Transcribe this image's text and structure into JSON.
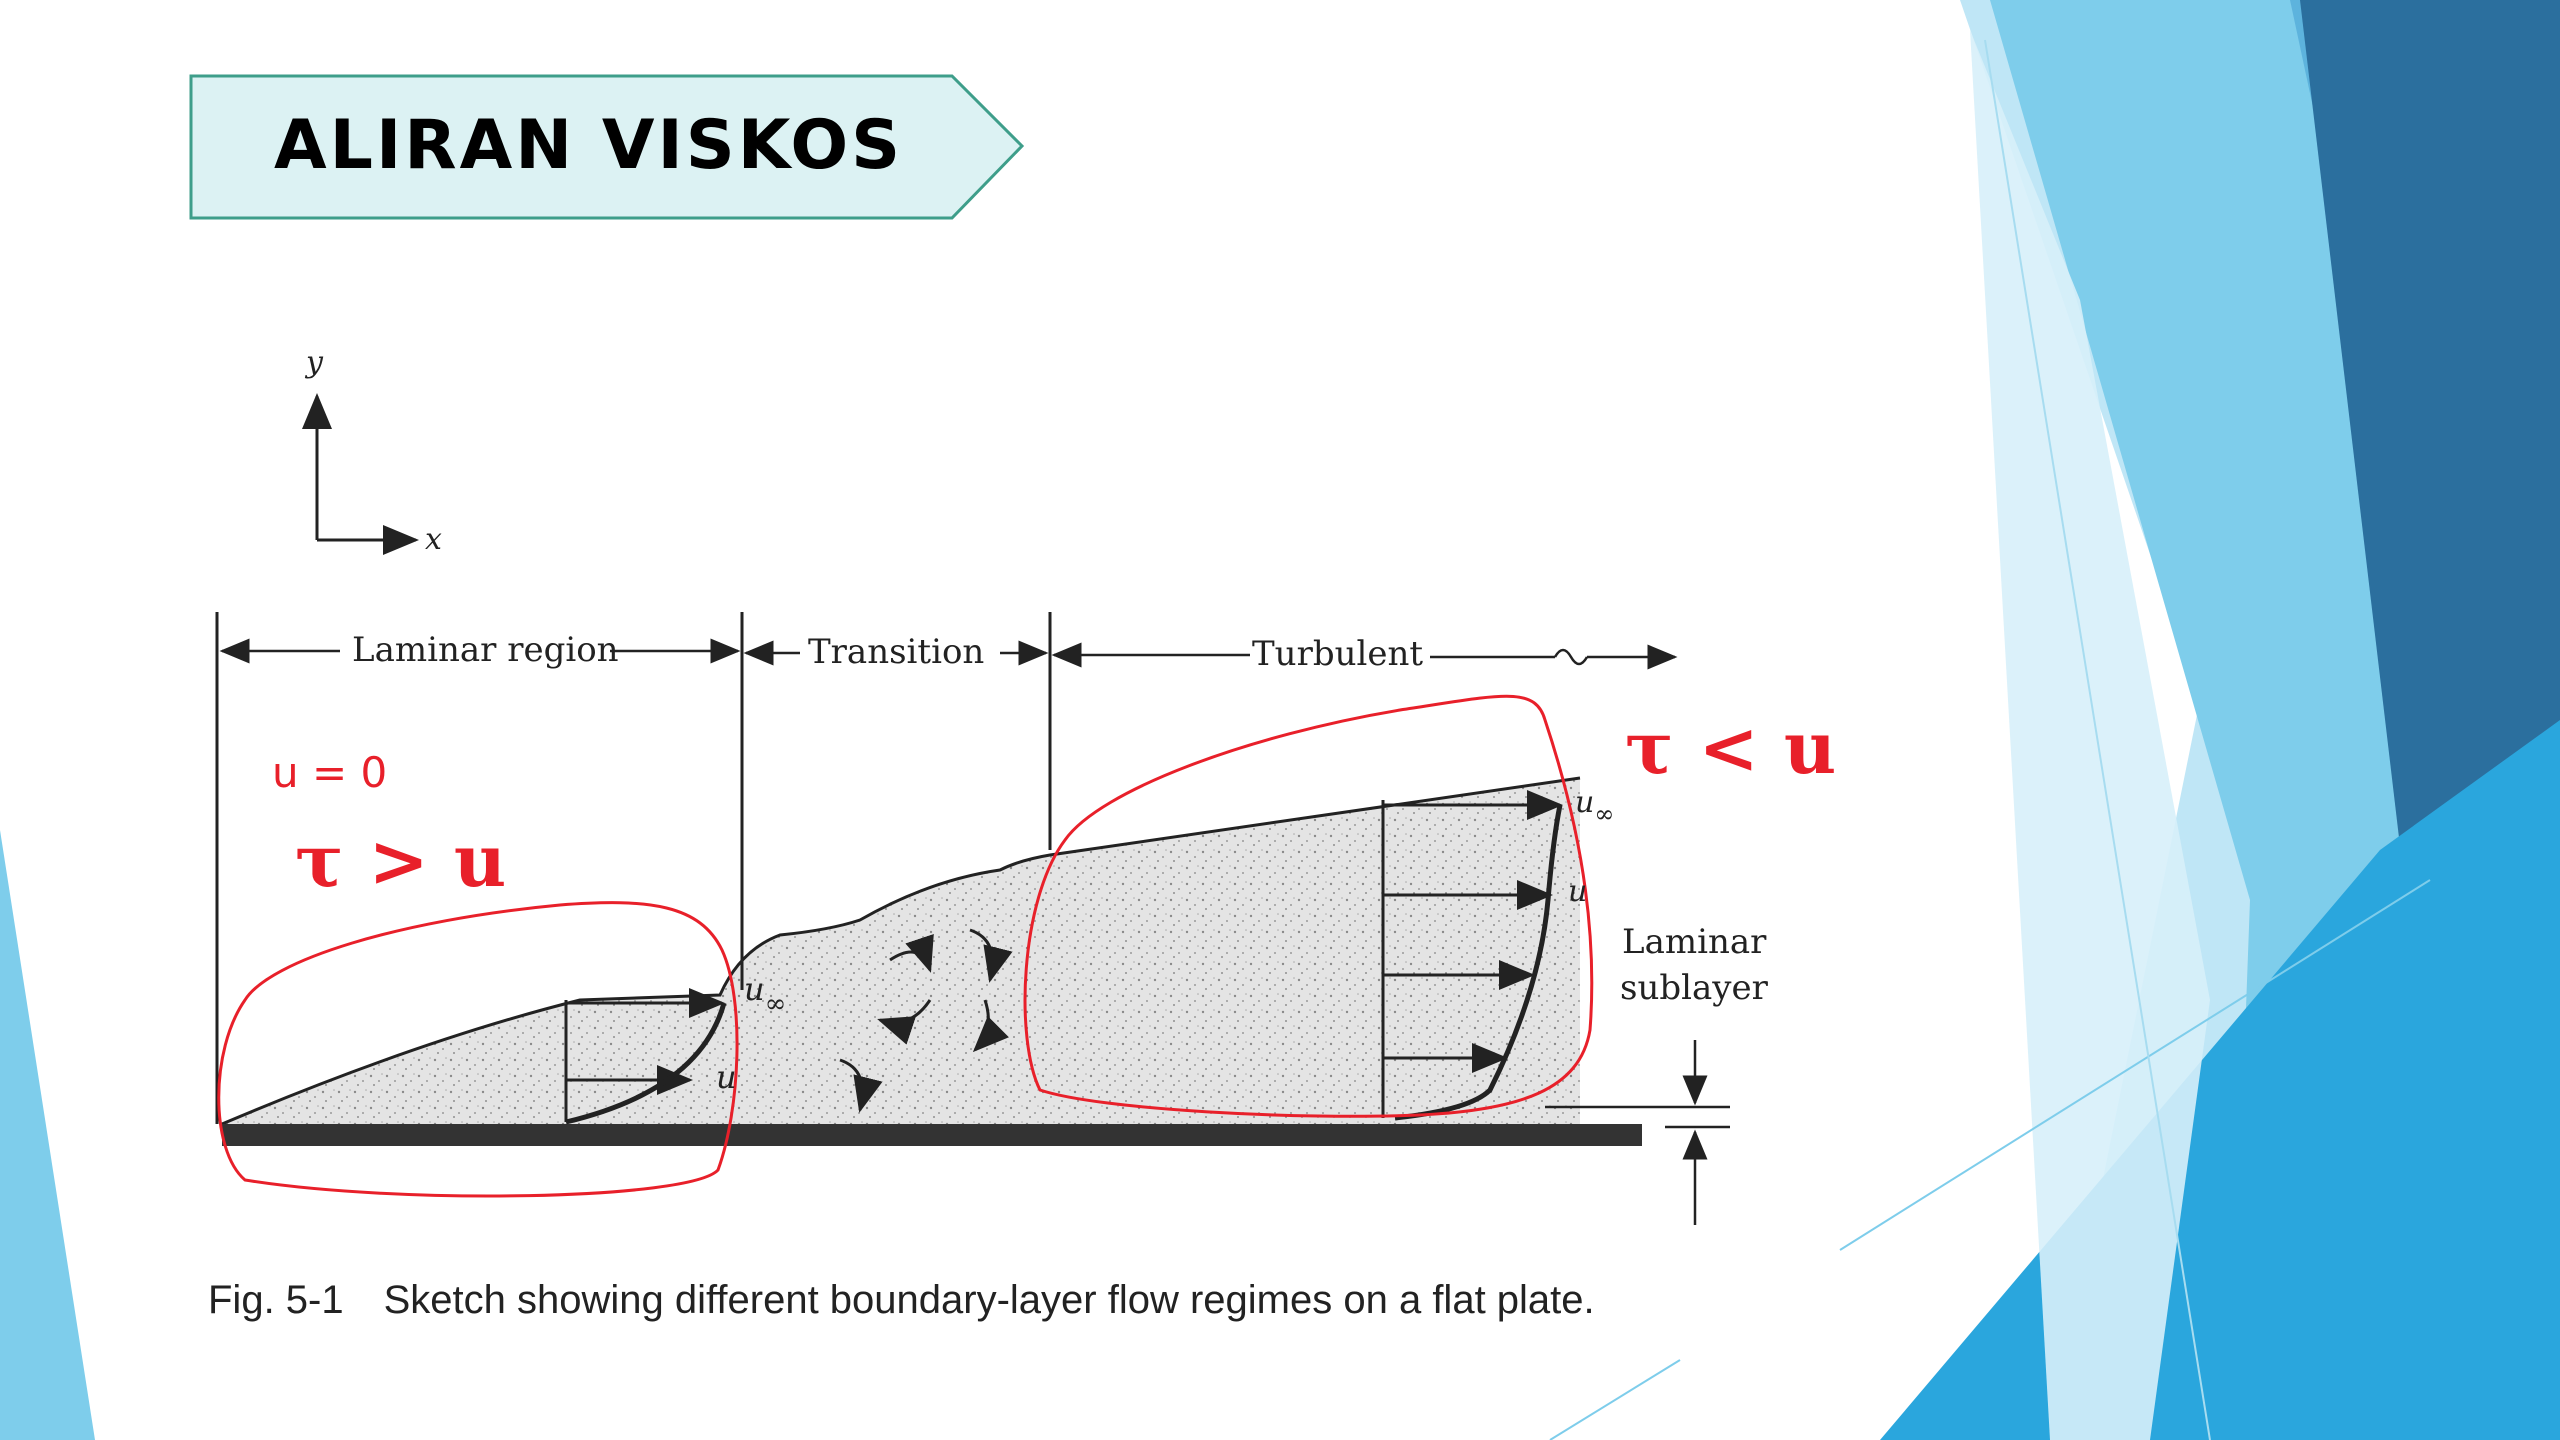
{
  "slide": {
    "title": "ALIRAN VISKOS",
    "colors": {
      "title_fill": "#dcf2f3",
      "title_border": "#3e9e8a",
      "annotation_red": "#e8202a",
      "deco_light_blue": "#7ecdeb",
      "deco_mid_blue": "#2aa6dd",
      "deco_dark_blue": "#2b6f9e"
    }
  },
  "figure": {
    "axis_y": "y",
    "axis_x": "x",
    "region_laminar": "Laminar region",
    "region_transition": "Transition",
    "region_turbulent": "Turbulent",
    "label_u_inf_left": "u",
    "label_u_inf_left_sub": "∞",
    "label_u_left": "u",
    "label_u_inf_right": "u",
    "label_u_inf_right_sub": "∞",
    "label_u_right": "u",
    "sublayer_line1": "Laminar",
    "sublayer_line2": "sublayer",
    "caption_num": "Fig. 5-1",
    "caption_text": "Sketch showing different boundary-layer flow regimes on a flat plate."
  },
  "annotations": {
    "u_zero": "u = 0",
    "tau_gt_u": "τ > u",
    "tau_lt_u": "τ < u"
  }
}
